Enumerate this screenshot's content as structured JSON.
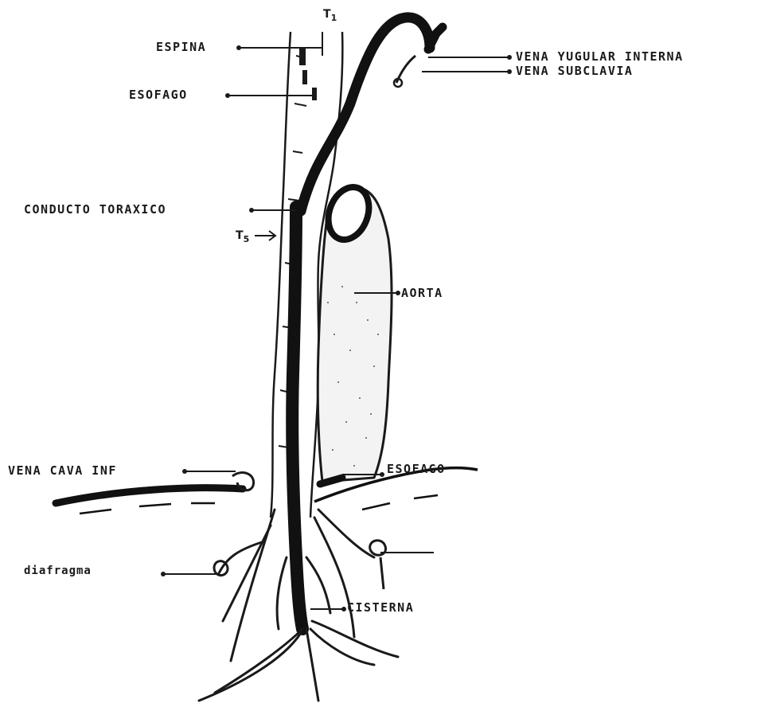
{
  "labels": {
    "espina": "ESPINA",
    "esofago_top": "ESOFAGO",
    "conducto_toraxico": "CONDUCTO TORAXICO",
    "vena_yugular": "VENA YUGULAR INTERNA",
    "vena_subclavia": "VENA SUBCLAVIA",
    "aorta": "AORTA",
    "vena_cava": "VENA CAVA INF",
    "esofago_bottom": "ESOFAGO",
    "diafragma": "diafragma",
    "cisterna": "CISTERNA"
  },
  "markers": {
    "t1_letter": "T",
    "t1_sub": "1",
    "t5_letter": "T",
    "t5_sub": "5"
  }
}
